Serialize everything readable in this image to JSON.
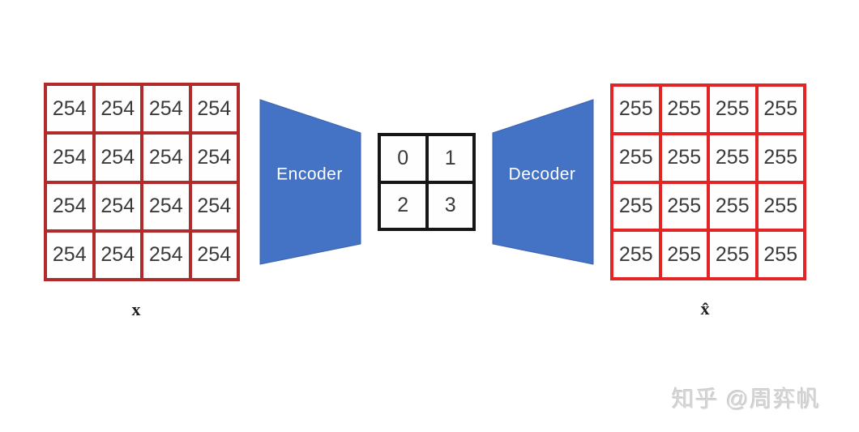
{
  "colors": {
    "accent-blue": "#4472c4",
    "shape-stroke": "#3a63ae",
    "input-border": "#b02c2c",
    "output-border": "#e22424",
    "latent-border": "#161616",
    "cell-text": "#3a3a3a",
    "label-text": "#1c1c1c",
    "shape-text": "#ffffff",
    "watermark-text": "#d6d6d6",
    "background": "#ffffff"
  },
  "input_grid": {
    "label": "x",
    "values": [
      [
        "254",
        "254",
        "254",
        "254"
      ],
      [
        "254",
        "254",
        "254",
        "254"
      ],
      [
        "254",
        "254",
        "254",
        "254"
      ],
      [
        "254",
        "254",
        "254",
        "254"
      ]
    ]
  },
  "encoder": {
    "label": "Encoder"
  },
  "latent_grid": {
    "values": [
      [
        "0",
        "1"
      ],
      [
        "2",
        "3"
      ]
    ]
  },
  "decoder": {
    "label": "Decoder"
  },
  "output_grid": {
    "label": "x̂",
    "values": [
      [
        "255",
        "255",
        "255",
        "255"
      ],
      [
        "255",
        "255",
        "255",
        "255"
      ],
      [
        "255",
        "255",
        "255",
        "255"
      ],
      [
        "255",
        "255",
        "255",
        "255"
      ]
    ]
  },
  "watermark": {
    "text": "知乎 @周弈帆"
  }
}
